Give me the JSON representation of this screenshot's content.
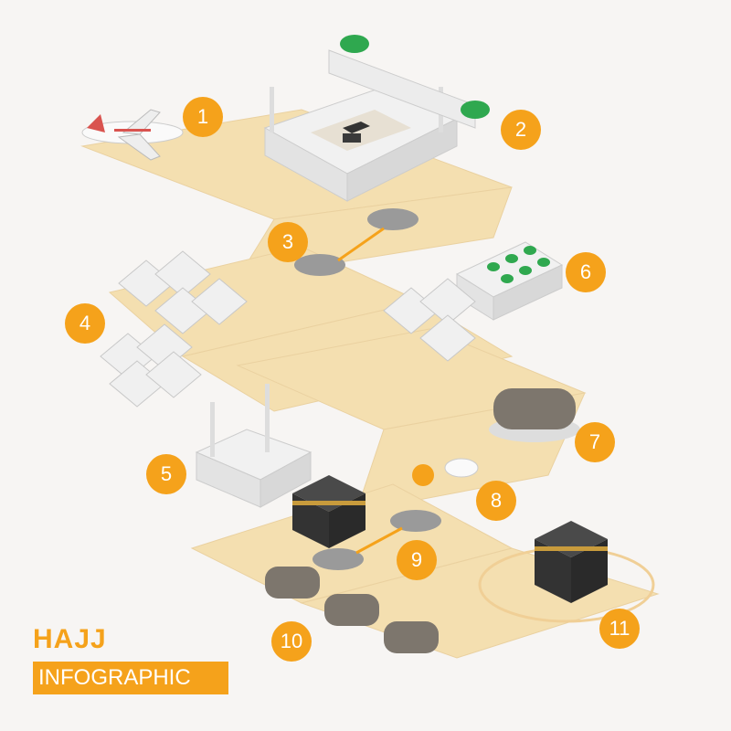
{
  "title": "HAJJ",
  "subtitle": "INFOGRAPHIC",
  "steps": [
    "1",
    "2",
    "3",
    "4",
    "5",
    "6",
    "7",
    "8",
    "9",
    "10",
    "11"
  ],
  "colors": {
    "accent": "#f5a21b",
    "path": "#f4dfb0",
    "background": "#f7f5f3",
    "kaaba": "#3a3a3a",
    "dome": "#2fa84f"
  }
}
